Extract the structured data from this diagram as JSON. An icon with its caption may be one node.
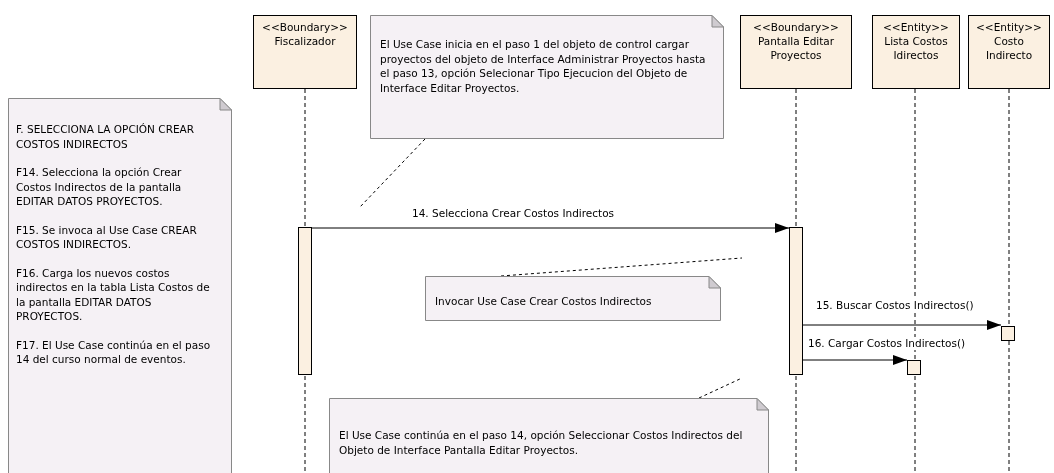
{
  "diagram": {
    "nodes": [
      {
        "text": [
          "F. SELECCIONA LA OPCIÓN CREAR COSTOS INDIRECTOS",
          "F14. Selecciona la opción Crear Costos Indirectos de la pantalla EDITAR DATOS PROYECTOS.",
          "F15. Se invoca al Use Case CREAR COSTOS INDIRECTOS.",
          "F16. Carga los nuevos costos indirectos en la tabla Lista Costos de la pantalla EDITAR DATOS PROYECTOS.",
          "F17. El Use Case continúa en el paso 14 del curso normal de eventos."
        ]
      },
      {
        "text": [
          "<<Boundary>>",
          "Fiscalizador"
        ]
      },
      {
        "text": [
          "El Use Case inicia en el paso 1 del objeto de control cargar proyectos del objeto de Interface Administrar Proyectos hasta el paso 13, opción Selecionar Tipo Ejecucion del Objeto de Interface Editar Proyectos."
        ]
      },
      {
        "text": [
          "<<Boundary>>",
          "Pantalla Editar Proyectos"
        ]
      },
      {
        "text": [
          "<<Entity>>",
          "Lista Costos Idirectos"
        ]
      },
      {
        "text": [
          "<<Entity>>",
          "Costo Indirecto"
        ]
      },
      {
        "text": [
          "Invocar Use Case Crear Costos Indirectos"
        ]
      },
      {
        "text": [
          "El Use Case continúa en el paso 14, opción Seleccionar Costos Indirectos del Objeto de Interface Pantalla Editar Proyectos."
        ]
      },
      {
        "text": [],
        "shape": "bar"
      },
      {
        "text": [],
        "shape": "bar"
      },
      {
        "text": [],
        "shape": "box"
      },
      {
        "text": [],
        "shape": "box"
      }
    ],
    "edges": [
      {
        "from": 8,
        "to": 9,
        "arrow": "to",
        "label": "14. Selecciona Crear Costos Indirectos"
      },
      {
        "from": 9,
        "to": 11,
        "arrow": "to",
        "label": "15. Buscar Costos Indirectos()"
      },
      {
        "from": 9,
        "to": 10,
        "arrow": "to",
        "label": "16. Cargar Costos Indirectos()"
      },
      {
        "from": 2,
        "to": null,
        "arrow": "none",
        "style": "dashed"
      },
      {
        "from": 6,
        "to": null,
        "arrow": "none",
        "style": "dashed"
      },
      {
        "from": 7,
        "to": null,
        "arrow": "none",
        "style": "dashed"
      }
    ]
  }
}
